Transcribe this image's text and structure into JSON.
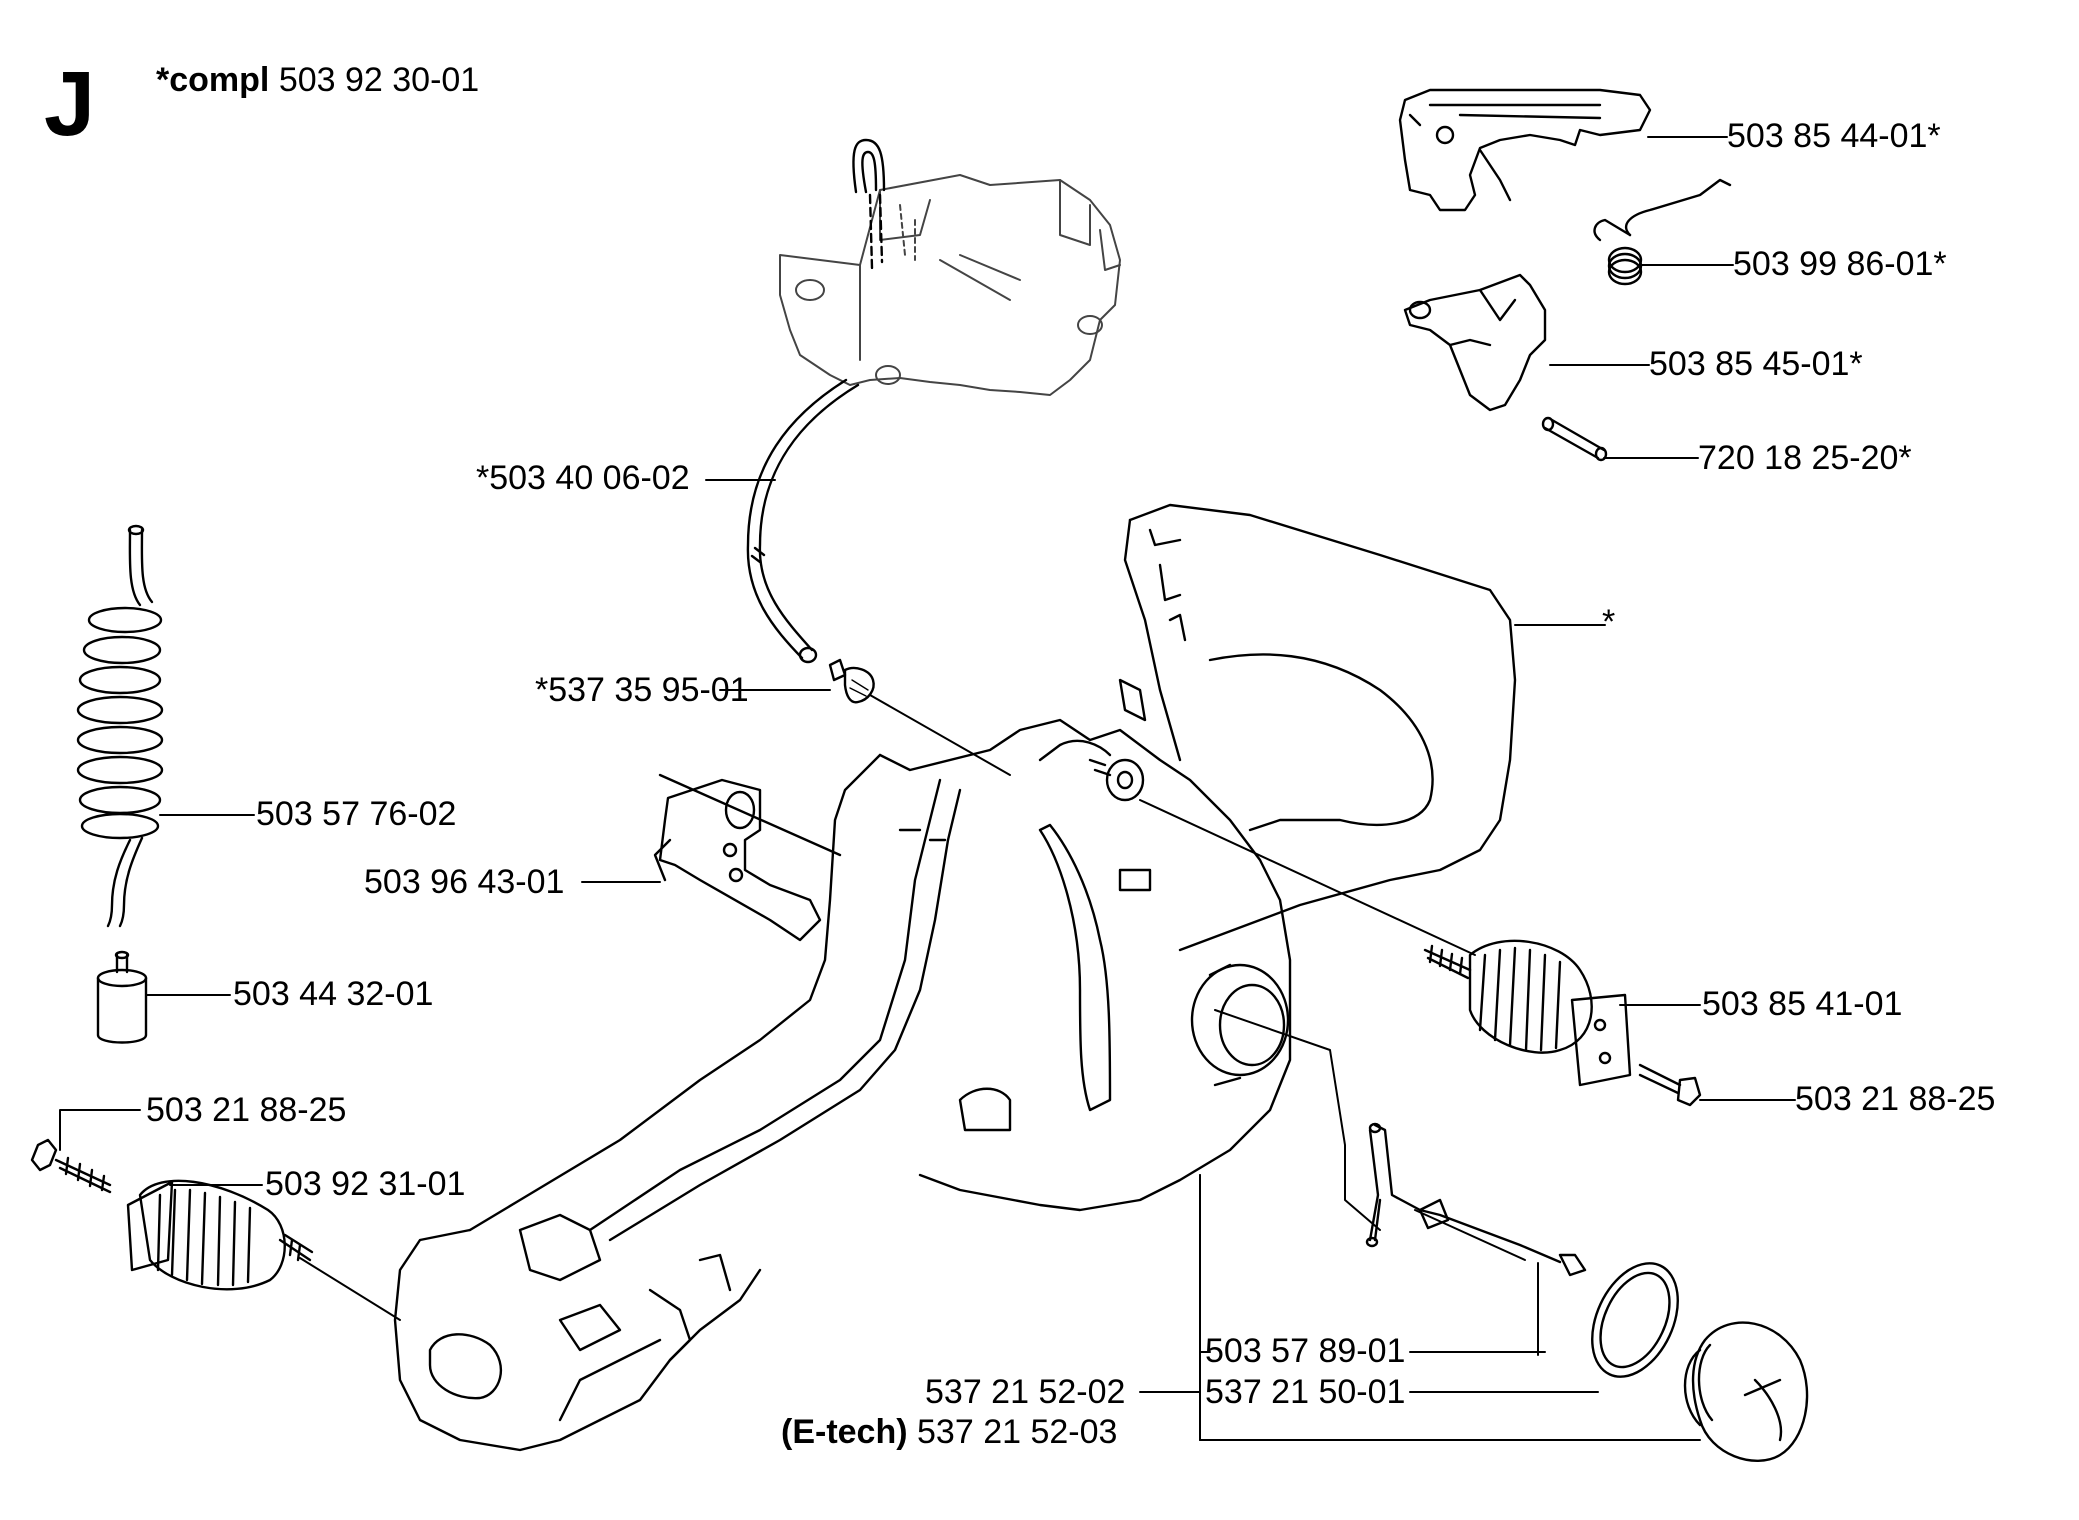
{
  "section": "J",
  "kit": {
    "prefix": "*compl",
    "number": "503 92 30-01"
  },
  "parts": {
    "cover_top": "503 85 44-01*",
    "spring_small": "503 99 86-01*",
    "trigger": "503 85 45-01*",
    "pin": "720 18 25-20*",
    "handle_star": "*",
    "fuel_hose": "*503 40 06-02",
    "filter_small": "*537 35 95-01",
    "hose_coil": "503 57 76-02",
    "guard_block": "503 96 43-01",
    "fuel_filter": "503 44 32-01",
    "screw_left": "503 21 88-25",
    "av_spring_left": "503 92 31-01",
    "av_spring_right": "503 85 41-01",
    "screw_right": "503 21 88-25",
    "cap_strap": "503 57 89-01",
    "cap_seal": "537 21 50-01",
    "cap_assy": "537 21 52-02",
    "cap_etech_prefix": "(E-tech)",
    "cap_etech": "537 21 52-03"
  }
}
